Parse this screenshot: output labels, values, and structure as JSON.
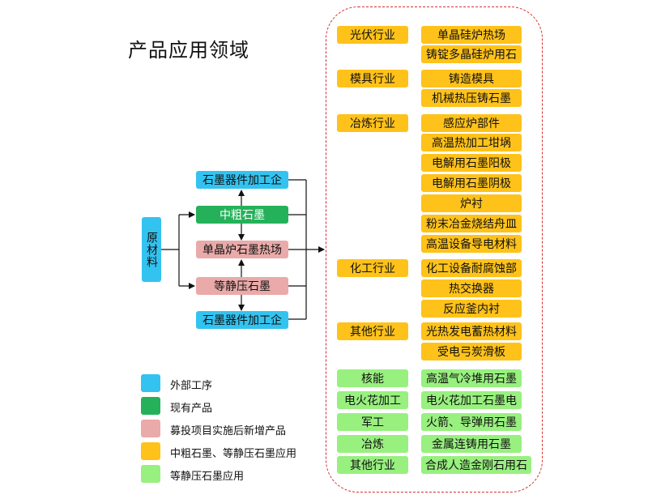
{
  "title": "产品应用领域",
  "raw_material": "原材料",
  "flow": {
    "top_ext": "石墨器件加工企",
    "coarse": "中粗石墨",
    "monocrystal": "单晶炉石墨热场",
    "isostatic": "等静压石墨",
    "bottom_ext": "石墨器件加工企"
  },
  "industries_yellow": [
    {
      "name": "光伏行业",
      "products": [
        "单晶硅炉热场",
        "铸锭多晶硅炉用石"
      ]
    },
    {
      "name": "模具行业",
      "products": [
        "铸造模具",
        "机械热压铸石墨"
      ]
    },
    {
      "name": "冶炼行业",
      "products": [
        "感应炉部件",
        "高温热加工坩埚",
        "电解用石墨阳极",
        "电解用石墨阴极",
        "炉衬",
        "粉末冶金烧结舟皿",
        "高温设备导电材料"
      ]
    },
    {
      "name": "化工行业",
      "products": [
        "化工设备耐腐蚀部",
        "热交换器",
        "反应釜内衬"
      ]
    },
    {
      "name": "其他行业",
      "products": [
        "光热发电蓄热材料",
        "受电弓炭滑板"
      ]
    }
  ],
  "industries_green": [
    {
      "name": "核能",
      "product": "高温气冷堆用石墨"
    },
    {
      "name": "电火花加工",
      "product": "电火花加工石墨电"
    },
    {
      "name": "军工",
      "product": "火箭、导弹用石墨"
    },
    {
      "name": "冶炼",
      "product": "金属连铸用石墨"
    },
    {
      "name": "其他行业",
      "product": "合成人造金刚石用石"
    }
  ],
  "legend": [
    {
      "label": "外部工序",
      "color": "#33c3f0"
    },
    {
      "label": "现有产品",
      "color": "#25b15a"
    },
    {
      "label": "募投项目实施后新增产品",
      "color": "#e9aaa9"
    },
    {
      "label": "中粗石墨、等静压石墨应用",
      "color": "#ffc21a"
    },
    {
      "label": "等静压石墨应用",
      "color": "#98f07f"
    }
  ]
}
